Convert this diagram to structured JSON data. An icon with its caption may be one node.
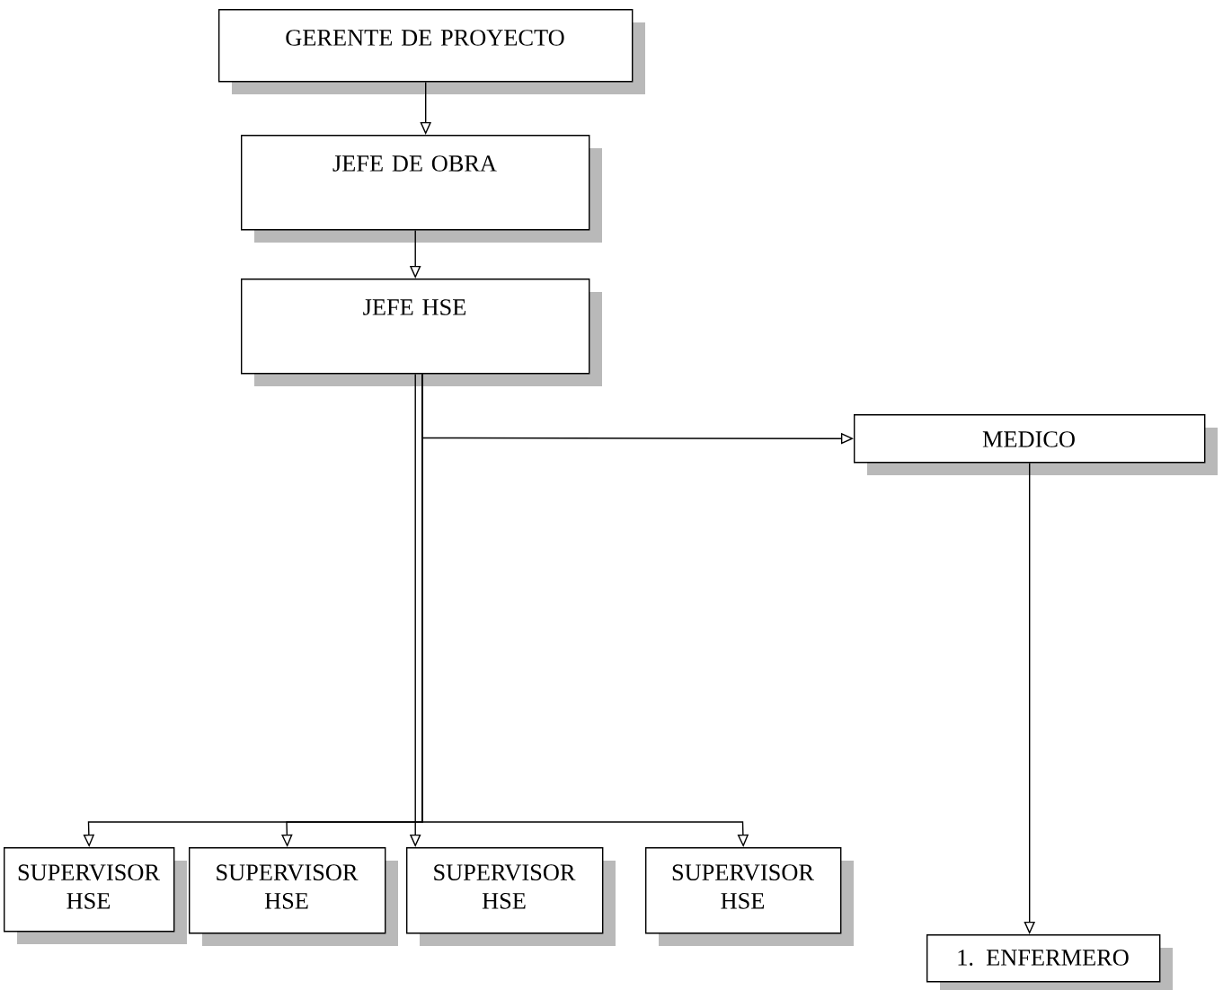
{
  "diagram": {
    "nodes": [
      {
        "text": [
          "GERENTE DE PROYECTO"
        ]
      },
      {
        "text": [
          "JEFE DE OBRA"
        ]
      },
      {
        "text": [
          "JEFE HSE"
        ]
      },
      {
        "text": [
          "MEDICO"
        ]
      },
      {
        "text": [
          "SUPERVISOR HSE"
        ]
      },
      {
        "text": [
          "SUPERVISOR HSE"
        ]
      },
      {
        "text": [
          "SUPERVISOR HSE"
        ]
      },
      {
        "text": [
          "SUPERVISOR HSE"
        ]
      },
      {
        "text": [
          "1. ENFERMERO"
        ]
      }
    ],
    "edges": [
      {
        "from": 0,
        "to": 1,
        "arrow": "to"
      },
      {
        "from": 1,
        "to": 2,
        "arrow": "to"
      },
      {
        "from": 2,
        "to": 3,
        "arrow": "to"
      },
      {
        "from": 2,
        "to": 4,
        "arrow": "to"
      },
      {
        "from": 2,
        "to": 5,
        "arrow": "to"
      },
      {
        "from": 2,
        "to": 6,
        "arrow": "to"
      },
      {
        "from": 2,
        "to": 7,
        "arrow": "to"
      },
      {
        "from": 3,
        "to": 8,
        "arrow": "to"
      }
    ]
  }
}
